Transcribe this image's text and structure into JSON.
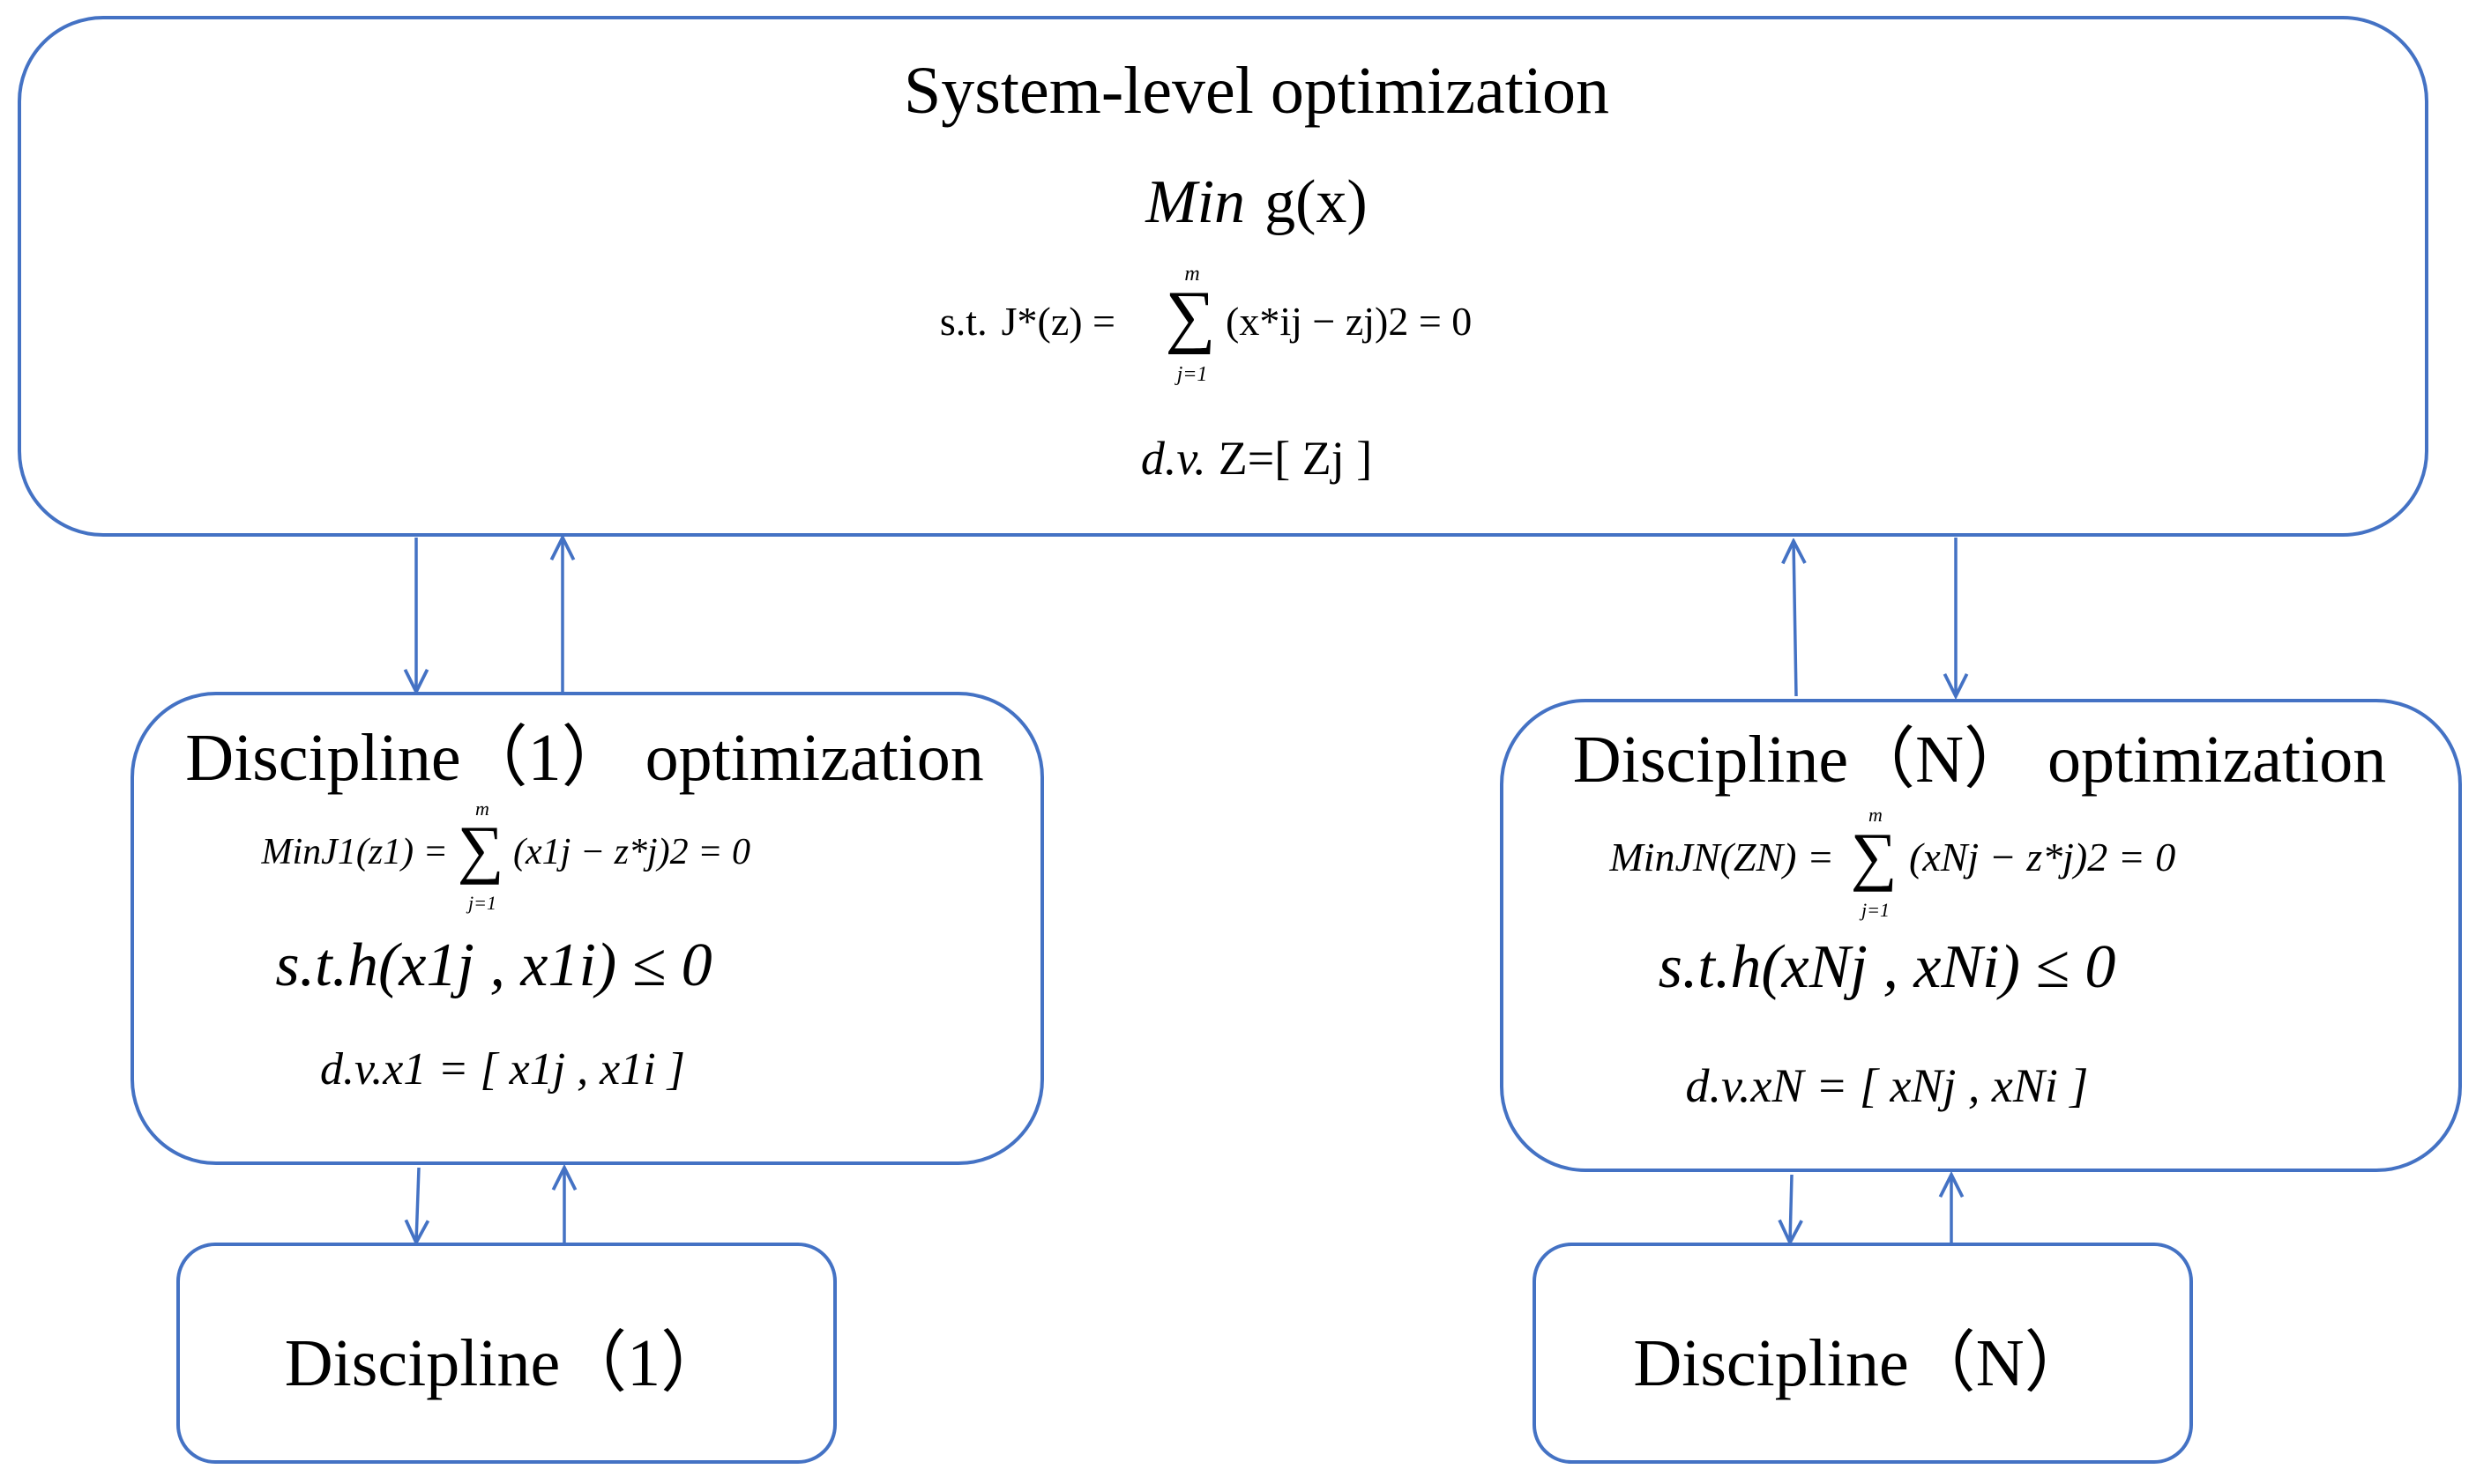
{
  "system": {
    "title": "System-level optimization",
    "objective_min": "Min",
    "objective_fn": "g(x)",
    "constraint_prefix": "s.t.",
    "constraint_lhs": "J*(z) =",
    "sum_upper": "m",
    "sum_lower": "j=1",
    "constraint_rhs": "(x*ij − zj)2 = 0",
    "dv_label": "d.v.",
    "dv_value": "Z=[ Zj ]"
  },
  "discipline_1_opt": {
    "title": "Discipline（1） optimization",
    "objective_lhs": "MinJ1(z1) =",
    "sum_upper": "m",
    "sum_lower": "j=1",
    "objective_rhs": "(x1j − z*j)2 = 0",
    "constraint": "s.t.h(x1j , x1i) ≤ 0",
    "dv": "d.v.x1 = [ x1j , x1i ]"
  },
  "discipline_n_opt": {
    "title": "Discipline（N） optimization",
    "objective_lhs": "MinJN(ZN) =",
    "sum_upper": "m",
    "sum_lower": "j=1",
    "objective_rhs": "(xNj − z*j)2 = 0",
    "constraint": "s.t.h(xNj , xNi) ≤ 0",
    "dv": "d.v.xN = [ xNj , xNi ]"
  },
  "discipline_1": {
    "label": "Discipline（1）"
  },
  "discipline_n": {
    "label": "Discipline（N）"
  },
  "colors": {
    "border": "#4472C4",
    "arrow": "#4472C4",
    "text": "#000000"
  }
}
